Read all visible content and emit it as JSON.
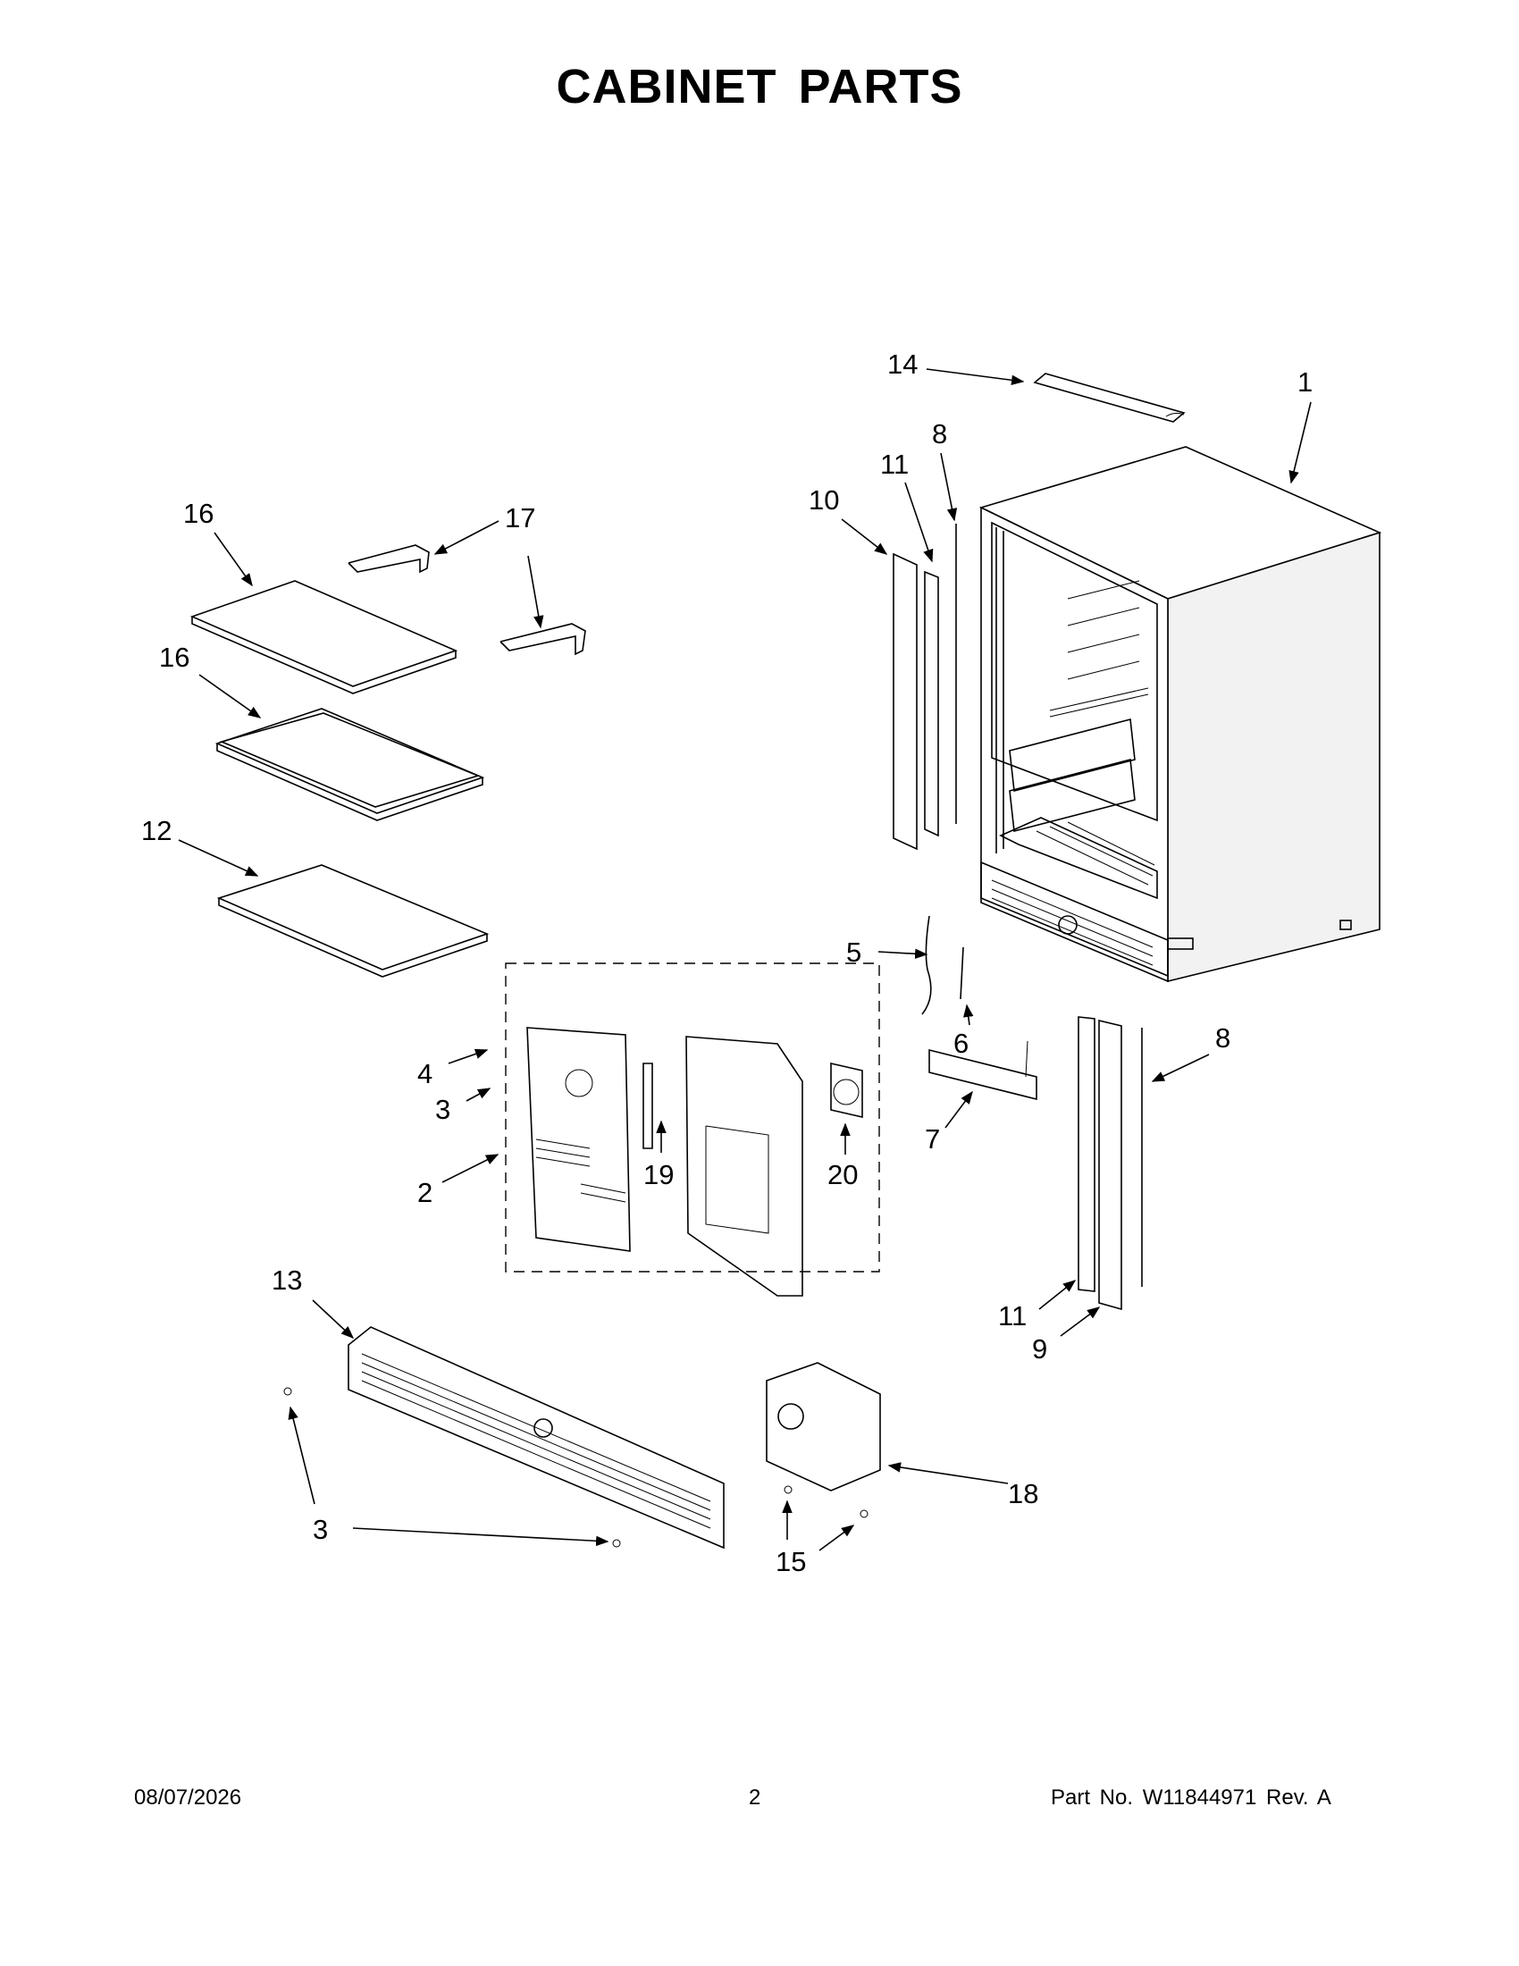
{
  "title": "CABINET PARTS",
  "callouts": [
    "14",
    "1",
    "8",
    "11",
    "10",
    "16",
    "17",
    "16",
    "12",
    "5",
    "6",
    "8",
    "4",
    "3",
    "2",
    "19",
    "20",
    "7",
    "11",
    "9",
    "13",
    "18",
    "3",
    "15"
  ],
  "footer": {
    "date": "08/07/2026",
    "page": "2",
    "part_number": "Part No.  W11844971  Rev.  A"
  }
}
